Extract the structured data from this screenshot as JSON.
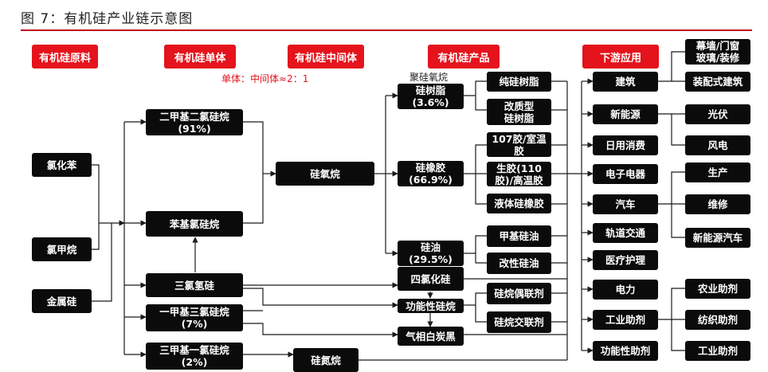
{
  "title": "图 7：有机硅产业链示意图",
  "colors": {
    "accent": "#e4131c",
    "node_fill": "#0b0b0b",
    "line": "#1a1a1a"
  },
  "notes": {
    "ratio": "单体：中间体≈2：1",
    "resin_group": "聚硅氧烷"
  },
  "categories": {
    "raw": "有机硅原料",
    "monomer": "有机硅单体",
    "intermediate": "有机硅中间体",
    "product": "有机硅产品",
    "downstream": "下游应用"
  },
  "nodes": {
    "chlorobenzene": "氯化苯",
    "chloromethane": "氯甲烷",
    "metal_silicon": "金属硅",
    "dmdcs_name": "二甲基二氯硅烷",
    "dmdcs_share": "(91%)",
    "phenyl_chlorosilane": "苯基氯硅烷",
    "trichlorosilane": "三氯氢硅",
    "mtcs_name": "一甲基三氯硅烷",
    "mtcs_share": "(7%)",
    "tmcs_name": "三甲基一氯硅烷",
    "tmcs_share": "(2%)",
    "siloxane": "硅氧烷",
    "silazane": "硅氮烷",
    "resin_name": "硅树脂",
    "resin_share": "(3.6%)",
    "rubber_name": "硅橡胶",
    "rubber_share": "(66.9%)",
    "oil_name": "硅油",
    "oil_share": "(29.5%)",
    "sicl4": "四氯化硅",
    "functional_silane": "功能性硅烷",
    "fumed_silica": "气相白炭黑",
    "pure_resin": "纯硅树脂",
    "modified_resin_a": "改质型",
    "modified_resin_b": "硅树脂",
    "rtv_a": "107胶/室温",
    "rtv_b": "胶",
    "htv_a": "生胶(110",
    "htv_b": "胶)/高温胶",
    "lsr": "液体硅橡胶",
    "methyl_oil": "甲基硅油",
    "modified_oil": "改性硅油",
    "coupling_agent": "硅烷偶联剂",
    "crosslinker": "硅烷交联剂",
    "construction": "建筑",
    "new_energy": "新能源",
    "consumer": "日用消费",
    "electronics": "电子电器",
    "auto": "汽车",
    "rail": "轨道交通",
    "medical": "医疗护理",
    "power": "电力",
    "industrial_aux": "工业助剂",
    "functional_agent": "功能性助剂",
    "curtain_a": "幕墙/门窗",
    "curtain_b": "玻璃/装修",
    "prefab": "装配式建筑",
    "pv": "光伏",
    "wind": "风电",
    "production": "生产",
    "repair": "维修",
    "nev": "新能源汽车",
    "agri_aux": "农业助剂",
    "textile_aux": "纺织助剂",
    "industrial_aux2": "工业助剂"
  }
}
